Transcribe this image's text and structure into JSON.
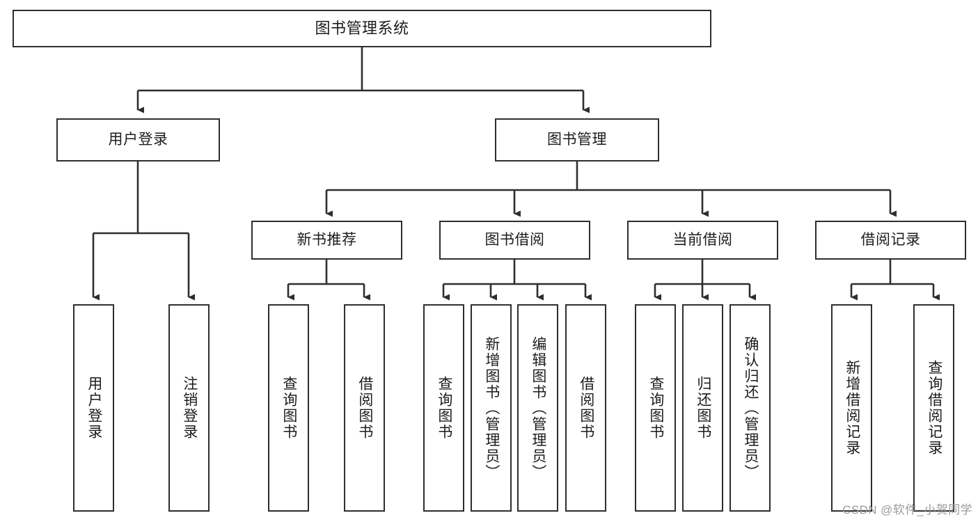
{
  "diagram": {
    "title": "图书管理系统",
    "type": "tree-hierarchy",
    "watermark": "CSDN @软件_小贺同学",
    "colors": {
      "box_border": "#2e2e2e",
      "box_fill": "#ffffff",
      "edge": "#2e2e2e",
      "text": "#1c1c1c",
      "watermark": "#9a9a9a"
    },
    "nodes": {
      "root": {
        "label": "图书管理系统",
        "orientation": "horizontal"
      },
      "level2": [
        {
          "id": "user-login",
          "label": "用户登录",
          "orientation": "horizontal"
        },
        {
          "id": "book-management",
          "label": "图书管理",
          "orientation": "horizontal"
        }
      ],
      "level3": [
        {
          "id": "new-book-recommend",
          "label": "新书推荐",
          "orientation": "horizontal"
        },
        {
          "id": "book-borrow",
          "label": "图书借阅",
          "orientation": "horizontal"
        },
        {
          "id": "current-borrow",
          "label": "当前借阅",
          "orientation": "horizontal"
        },
        {
          "id": "borrow-record",
          "label": "借阅记录",
          "orientation": "horizontal"
        }
      ],
      "leaves": [
        {
          "id": "leaf-user-login",
          "label": "用户登录",
          "orientation": "vertical",
          "parent": "user-login"
        },
        {
          "id": "leaf-logout-login",
          "label": "注销登录",
          "orientation": "vertical",
          "parent": "user-login"
        },
        {
          "id": "leaf-query-book-1",
          "label": "查询图书",
          "orientation": "vertical",
          "parent": "new-book-recommend"
        },
        {
          "id": "leaf-borrow-book-1",
          "label": "借阅图书",
          "orientation": "vertical",
          "parent": "new-book-recommend"
        },
        {
          "id": "leaf-query-book-2",
          "label": "查询图书",
          "orientation": "vertical",
          "parent": "book-borrow"
        },
        {
          "id": "leaf-add-book",
          "label": "新增图书（管理员）",
          "orientation": "vertical",
          "parent": "book-borrow"
        },
        {
          "id": "leaf-edit-book",
          "label": "编辑图书（管理员）",
          "orientation": "vertical",
          "parent": "book-borrow"
        },
        {
          "id": "leaf-borrow-book-2",
          "label": "借阅图书",
          "orientation": "vertical",
          "parent": "book-borrow"
        },
        {
          "id": "leaf-query-book-3",
          "label": "查询图书",
          "orientation": "vertical",
          "parent": "current-borrow"
        },
        {
          "id": "leaf-return-book",
          "label": "归还图书",
          "orientation": "vertical",
          "parent": "current-borrow"
        },
        {
          "id": "leaf-confirm-return",
          "label": "确认归还（管理员）",
          "orientation": "vertical",
          "parent": "current-borrow"
        },
        {
          "id": "leaf-add-record",
          "label": "新增借阅记录",
          "orientation": "vertical",
          "parent": "borrow-record"
        },
        {
          "id": "leaf-query-record",
          "label": "查询借阅记录",
          "orientation": "vertical",
          "parent": "borrow-record"
        }
      ]
    }
  }
}
